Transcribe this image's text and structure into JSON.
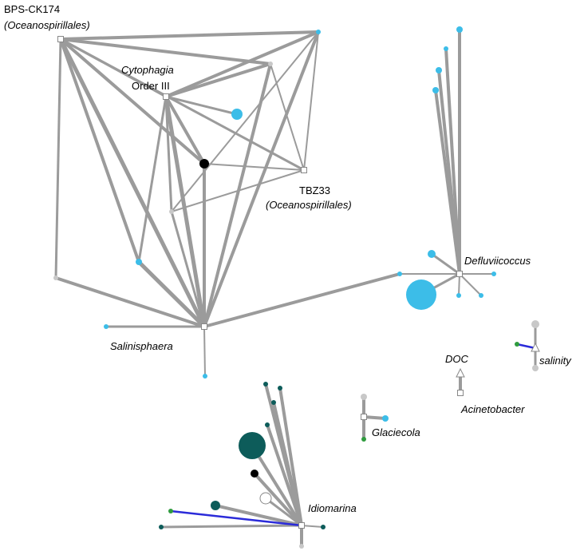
{
  "colors": {
    "edge": "#9b9b9b",
    "blue_edge": "#2b2bd9",
    "cyan_node": "#3cbde8",
    "teal_node": "#0d5c5a",
    "black_node": "#000000",
    "gray_node": "#c8c8c8",
    "green_node": "#2f9b3e",
    "white_node": "#ffffff"
  },
  "labels": {
    "bps_name": "BPS-CK174",
    "bps_order": "(Oceanospirillales)",
    "cytophagia_name": "Cytophagia",
    "cytophagia_order": "Order III",
    "tbz_name": "TBZ33",
    "tbz_order": "(Oceanospirillales)",
    "defluviicoccus": "Defluviicoccus",
    "salinisphaera": "Salinisphaera",
    "salinity": "salinity",
    "doc": "DOC",
    "acinetobacter": "Acinetobacter",
    "glaciecola": "Glaciecola",
    "idiomarina": "Idiomarina"
  }
}
